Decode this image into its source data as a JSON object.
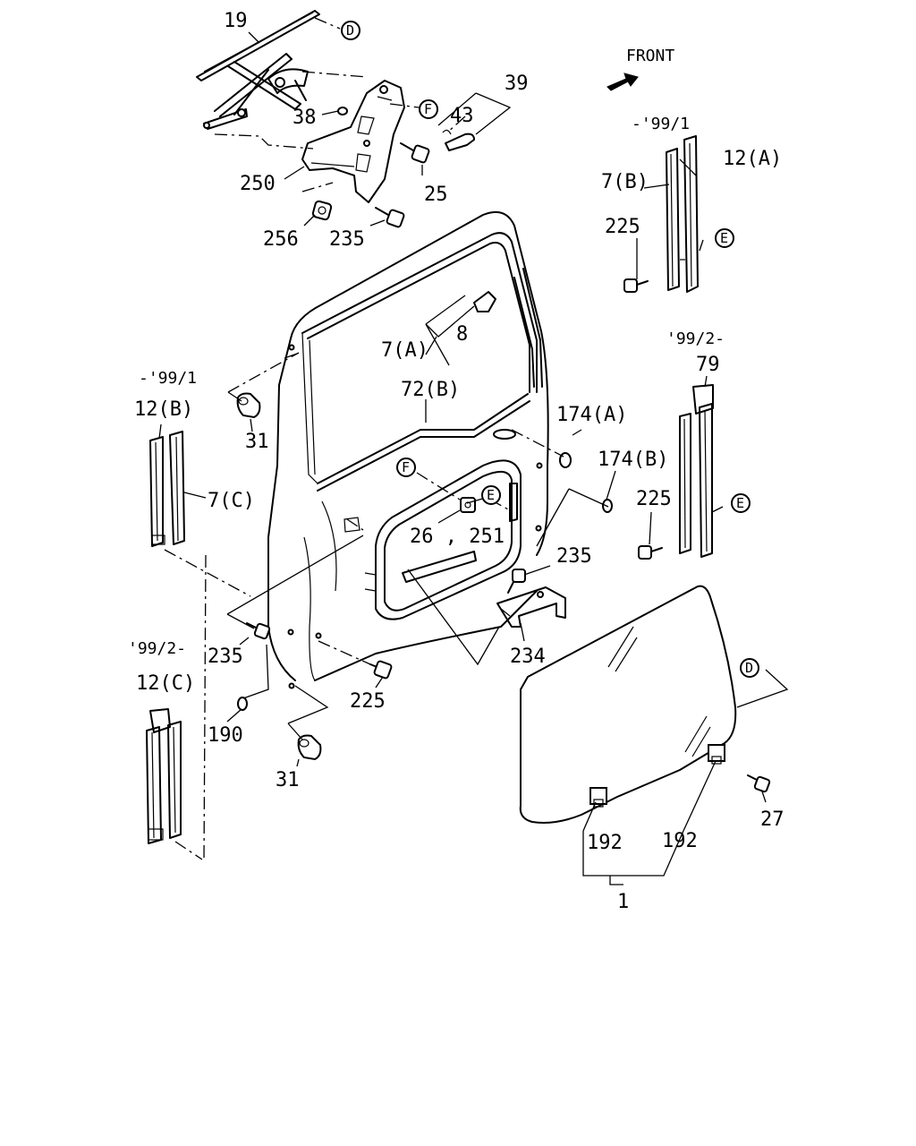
{
  "diagram": {
    "front_label": "FRONT",
    "variant_notes": {
      "top_right": "-'99/1",
      "mid_right": "'99/2-",
      "mid_left": "-'99/1",
      "bottom_left": "'99/2-"
    },
    "callouts": {
      "p19": "19",
      "p39": "39",
      "p43": "43",
      "p38": "38",
      "p250": "250",
      "p25": "25",
      "p256": "256",
      "p235_top": "235",
      "p7a": "7(A)",
      "p8": "8",
      "p72b": "72(B)",
      "p7b": "7(B)",
      "p12a": "12(A)",
      "p225_right_top": "225",
      "p79": "79",
      "p174a": "174(A)",
      "p174b": "174(B)",
      "p225_right_mid": "225",
      "p12b": "12(B)",
      "p7c": "7(C)",
      "p31_top": "31",
      "p26_251": "26 , 251",
      "p235_mid": "235",
      "p234": "234",
      "p235_left": "235",
      "p12c": "12(C)",
      "p225_bottom": "225",
      "p190": "190",
      "p31_bottom": "31",
      "p27": "27",
      "p192_left": "192",
      "p192_right": "192",
      "p1": "1"
    },
    "reference_marks": {
      "D_top": "D",
      "F_top": "F",
      "E_right_top": "E",
      "F_mid": "F",
      "E_mid": "E",
      "E_right_mid": "E",
      "D_right": "D"
    }
  }
}
